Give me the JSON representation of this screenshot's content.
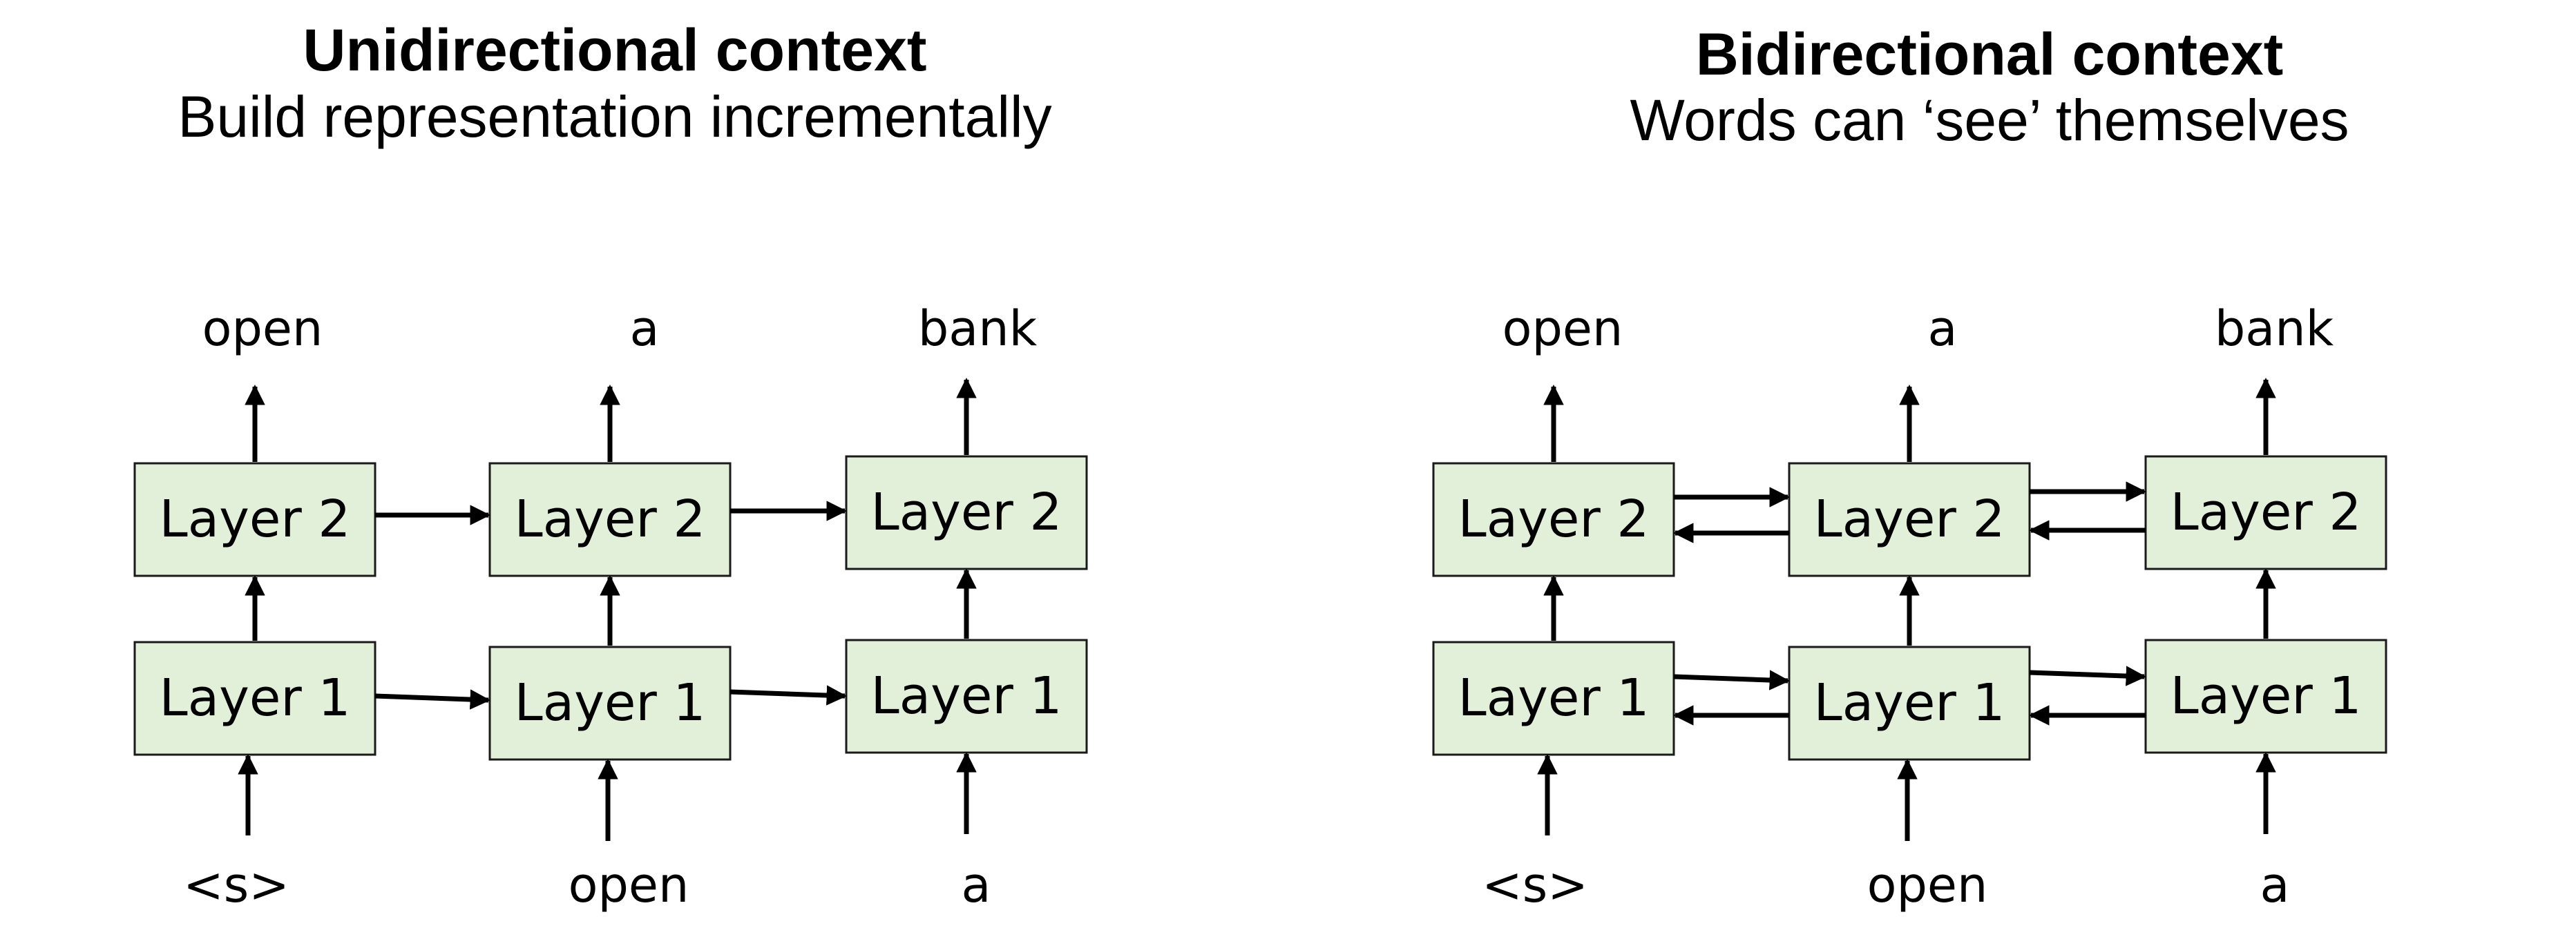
{
  "panels": [
    {
      "title": "Unidirectional context",
      "subtitle": "Build representation incrementally",
      "columns": [
        {
          "output": "open",
          "input": "<s>",
          "layer2": "Layer 2",
          "layer1": "Layer 1"
        },
        {
          "output": "a",
          "input": "open",
          "layer2": "Layer 2",
          "layer1": "Layer 1"
        },
        {
          "output": "bank",
          "input": "a",
          "layer2": "Layer 2",
          "layer1": "Layer 1"
        }
      ]
    },
    {
      "title": "Bidirectional context",
      "subtitle": "Words can ‘see’ themselves",
      "columns": [
        {
          "output": "open",
          "input": "<s>",
          "layer2": "Layer 2",
          "layer1": "Layer 1"
        },
        {
          "output": "a",
          "input": "open",
          "layer2": "Layer 2",
          "layer1": "Layer 1"
        },
        {
          "output": "bank",
          "input": "a",
          "layer2": "Layer 2",
          "layer1": "Layer 1"
        }
      ]
    }
  ]
}
